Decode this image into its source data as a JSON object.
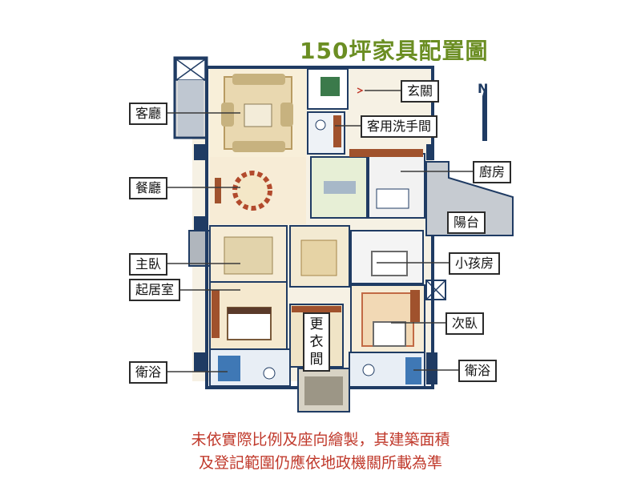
{
  "title": "150坪家具配置圖",
  "compass_letter": "N",
  "rooms": {
    "living_room": "客廳",
    "dining_room": "餐廳",
    "master_bedroom": "主臥",
    "sitting_room": "起居室",
    "bathroom_left": "衛浴",
    "entrance": "玄關",
    "guest_restroom": "客用洗手間",
    "kitchen": "廚房",
    "balcony": "陽台",
    "kids_room": "小孩房",
    "second_bedroom": "次臥",
    "bathroom_right": "衛浴",
    "walk_in_closet": "更衣間"
  },
  "notice": {
    "line1": "未依實際比例及座向繪製，其建築面積",
    "line2": "及登記範圍仍應依地政機關所載為準"
  },
  "colors": {
    "title": "#6b8e23",
    "notice": "#c0392b",
    "wall": "#1f3b63",
    "floor": "#f3e7c9",
    "wood": "#a0522d"
  }
}
